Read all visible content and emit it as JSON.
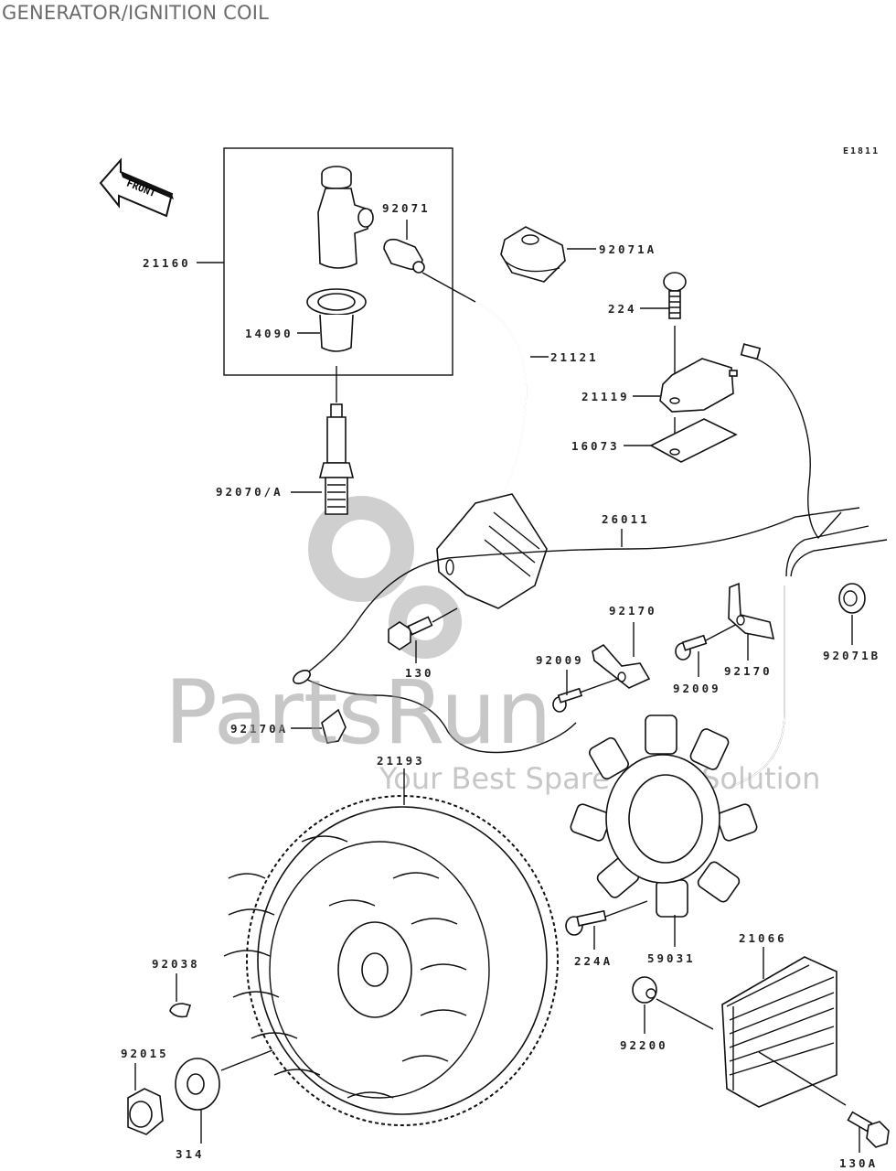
{
  "title": "GENERATOR/IGNITION COIL",
  "diagram_code": "E1811",
  "front_arrow_label": "FRONT",
  "watermark": {
    "brand": "PartsRun",
    "tagline": "Your Best Spare Parts Solution"
  },
  "parts": [
    {
      "id": "p21160",
      "label": "21160",
      "name": "spark plug cap assembly"
    },
    {
      "id": "p92071",
      "label": "92071",
      "name": "cap"
    },
    {
      "id": "p14090",
      "label": "14090",
      "name": "cap"
    },
    {
      "id": "p92070",
      "label": "92070/A",
      "name": "spark plug"
    },
    {
      "id": "p92071A",
      "label": "92071A",
      "name": "grommet"
    },
    {
      "id": "p224",
      "label": "224",
      "name": "screw"
    },
    {
      "id": "p21121",
      "label": "21121",
      "name": "ignition coil"
    },
    {
      "id": "p21119",
      "label": "21119",
      "name": "igniter"
    },
    {
      "id": "p16073",
      "label": "16073",
      "name": "plate"
    },
    {
      "id": "p26011",
      "label": "26011",
      "name": "wire lead"
    },
    {
      "id": "p130",
      "label": "130",
      "name": "bolt"
    },
    {
      "id": "p92170a",
      "label": "92170",
      "name": "clamp"
    },
    {
      "id": "p92009a",
      "label": "92009",
      "name": "screw"
    },
    {
      "id": "p92009b",
      "label": "92009",
      "name": "screw"
    },
    {
      "id": "p92170b",
      "label": "92170",
      "name": "clamp"
    },
    {
      "id": "p92071B",
      "label": "92071B",
      "name": "grommet"
    },
    {
      "id": "p92170A",
      "label": "92170A",
      "name": "clamp"
    },
    {
      "id": "p21193",
      "label": "21193",
      "name": "flywheel"
    },
    {
      "id": "p224A",
      "label": "224A",
      "name": "screw"
    },
    {
      "id": "p59031",
      "label": "59031",
      "name": "stator coil"
    },
    {
      "id": "p21066",
      "label": "21066",
      "name": "regulator"
    },
    {
      "id": "p92038",
      "label": "92038",
      "name": "key"
    },
    {
      "id": "p92015",
      "label": "92015",
      "name": "nut"
    },
    {
      "id": "p314",
      "label": "314",
      "name": "nut"
    },
    {
      "id": "p92200",
      "label": "92200",
      "name": "washer"
    },
    {
      "id": "p130A",
      "label": "130A",
      "name": "bolt"
    }
  ]
}
